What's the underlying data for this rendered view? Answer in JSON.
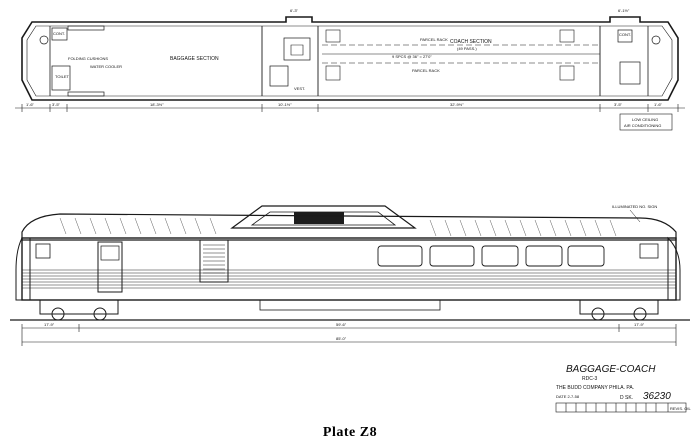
{
  "plan": {
    "baggage_section": "BAGGAGE SECTION",
    "coach_section": "COACH SECTION",
    "coach_capacity": "(49 PASS.)",
    "seating": "9 SPCS @ 36\" = 27'0\"",
    "parcel_rack_top": "PARCEL RACK",
    "parcel_rack_bottom": "PARCEL RACK",
    "toilet": "TOILET",
    "control_left": "CONT.",
    "control_right": "CONT.",
    "water_cooler": "WATER COOLER",
    "folding_seat": "FOLDING CUSHIONS",
    "vestibule": "VEST.",
    "low_ceiling": "LOW CEILING",
    "air_conditioning": "AIR CONDITIONING",
    "dims": {
      "d1": "1'-6\"",
      "d2": "3'-5\"",
      "d3": "18'-3½\"",
      "d4": "10'-1½\"",
      "d5": "32'-9½\"",
      "d6": "3'-5\"",
      "d7": "1'-6\"",
      "top_center": "6'-3\"",
      "top_right": "6'-1½\""
    }
  },
  "elevation": {
    "dim_left": "17'-9\"",
    "dim_center": "59'-6\"",
    "dim_right": "17'-9\"",
    "dim_overall": "85'-0\"",
    "light_note": "ILLUMINATED NO. SIGN"
  },
  "title_block": {
    "title": "BAGGAGE-COACH",
    "model": "RDC-3",
    "company": "THE BUDD COMPANY PHILA. PA.",
    "date": "DATE 2-7-58",
    "sheet_prefix": "D SK.",
    "sheet_number": "36230",
    "revision": "REVIS. OIL"
  },
  "caption": "Plate Z8"
}
